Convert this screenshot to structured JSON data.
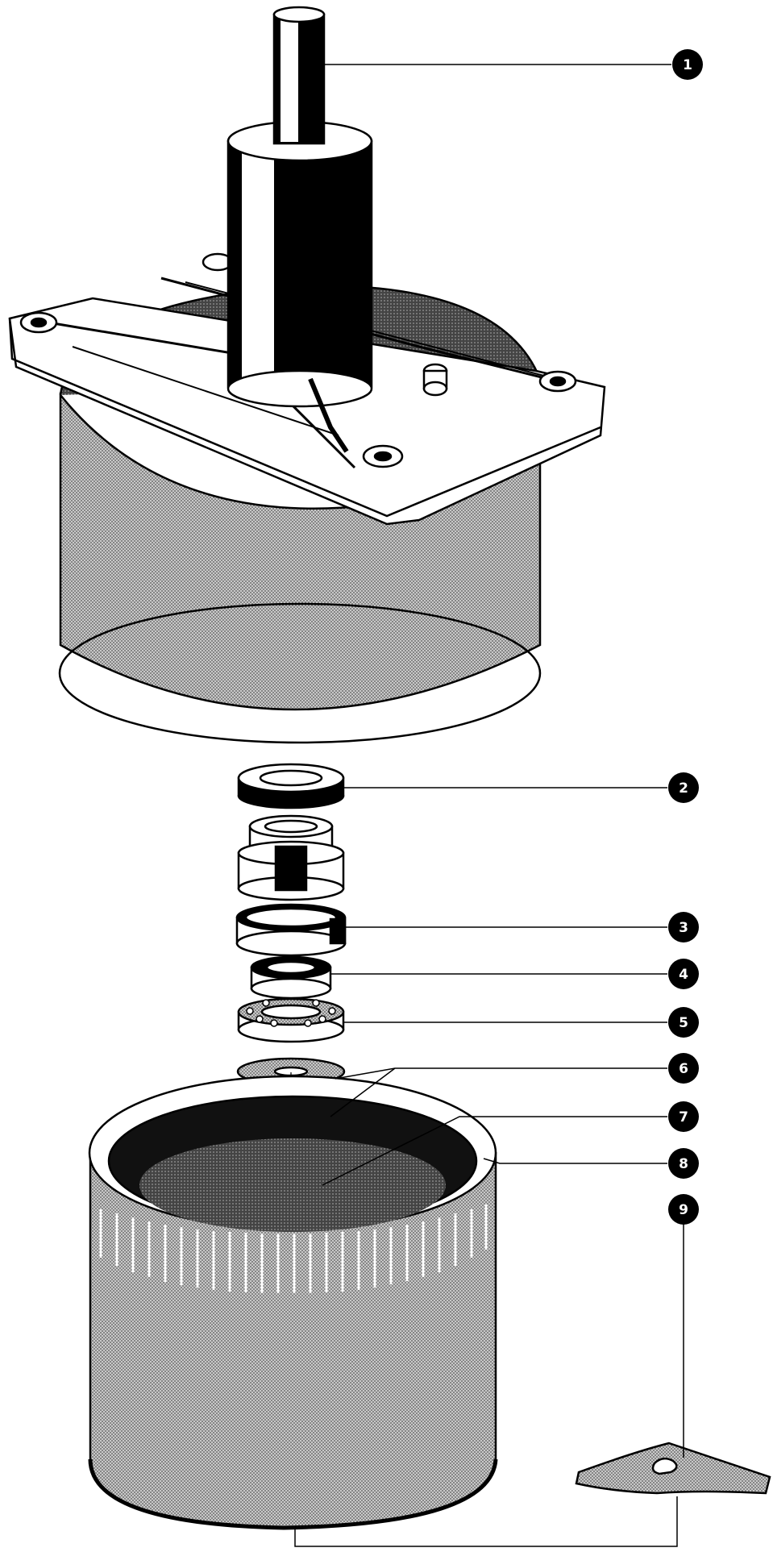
{
  "callouts": [
    {
      "label": "1"
    },
    {
      "label": "2"
    },
    {
      "label": "3"
    },
    {
      "label": "4"
    },
    {
      "label": "5"
    },
    {
      "label": "6"
    },
    {
      "label": "7"
    },
    {
      "label": "8"
    },
    {
      "label": "9"
    }
  ],
  "colors": {
    "ink": "#000000",
    "paper": "#ffffff",
    "shade": "#b9b9b9",
    "dark_shade": "#6f6f6f"
  }
}
